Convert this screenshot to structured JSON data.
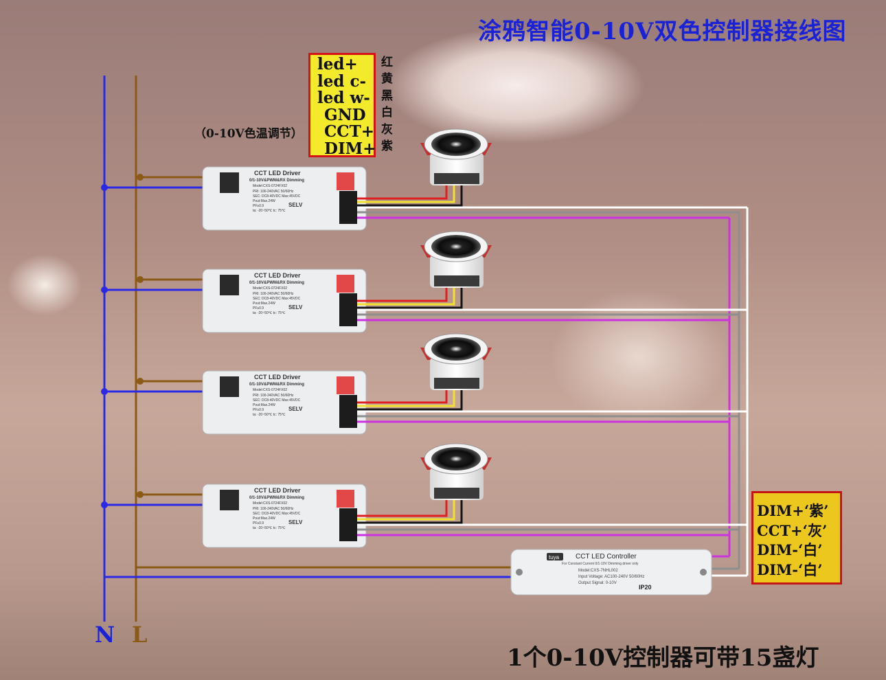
{
  "title": "涂鸦智能0-10V双色控制器接线图",
  "footer": "1个0-10V控制器可带15盏灯",
  "legend": {
    "terminals": [
      "led+",
      "led c-",
      "led w-",
      "GND",
      "CCT+",
      "DIM+"
    ],
    "colors": [
      "红",
      "黄",
      "黑",
      "白",
      "灰",
      "紫"
    ],
    "note": "（0-10V色温调节）"
  },
  "controller_wiring": [
    "DIM+‘紫’",
    "CCT+‘灰’",
    "DIM-‘白’",
    "DIM-‘白’"
  ],
  "power_labels": {
    "neutral": "N",
    "live": "L"
  },
  "driver": {
    "title": "CCT LED Driver",
    "subtitle": "0/1-10V&PWM&RX Dimming",
    "model": "Model:CXS-0724FX02",
    "pri": "PRI: 100-240VAC 50/60Hz",
    "sec": "SEC: DC8-40VDC Max:45VDC",
    "pout": "Pout:Max.24W",
    "pf": "PF≥0.9",
    "ta": "ta: -20~50℃ tc: 75℃",
    "selv": "SELV"
  },
  "controller": {
    "brand": "tuya",
    "title": "CCT LED Controller",
    "subtitle": "For Constant Current 0/1-10V Dimming driver only",
    "model": "Model:CXS-7NHL002",
    "input": "Input Voltage: AC100-240V 50/60Hz",
    "output": "Output Signal: 0-10V",
    "ip": "IP20"
  },
  "colors": {
    "neutral_wire": "#2a2ae6",
    "live_wire": "#8b5a16",
    "dim_wire": "#cc33e0",
    "cct_wire": "#8e8e8e",
    "gnd_wire": "#ffffff",
    "red_wire": "#e02020",
    "yellow_wire": "#f2e030",
    "black_wire": "#141414",
    "title_color": "#1a22d8"
  }
}
